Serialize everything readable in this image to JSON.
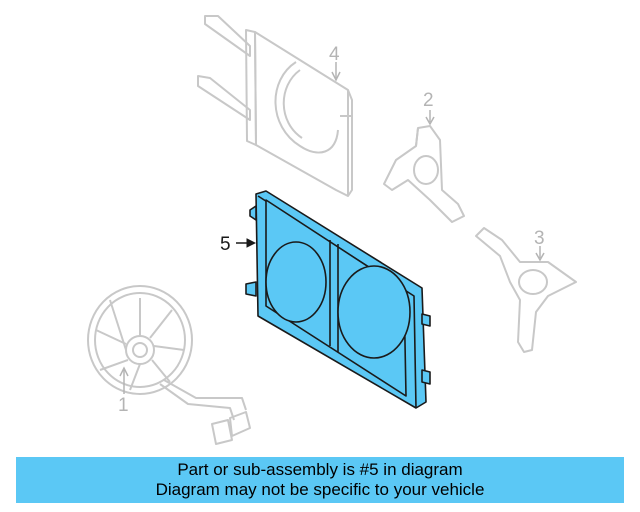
{
  "colors": {
    "highlight": "#5bc8f5",
    "ghost_line": "#c8c8c8",
    "outline": "#1a1a1a",
    "callout_gray": "#b4b4b4"
  },
  "callouts": [
    {
      "id": "1",
      "label": "1",
      "highlighted": false
    },
    {
      "id": "2",
      "label": "2",
      "highlighted": false
    },
    {
      "id": "3",
      "label": "3",
      "highlighted": false
    },
    {
      "id": "4",
      "label": "4",
      "highlighted": false
    },
    {
      "id": "5",
      "label": "5",
      "highlighted": true
    }
  ],
  "banner": {
    "line1": "Part or sub-assembly is #5 in diagram",
    "line2": "Diagram may not be specific to your vehicle"
  }
}
